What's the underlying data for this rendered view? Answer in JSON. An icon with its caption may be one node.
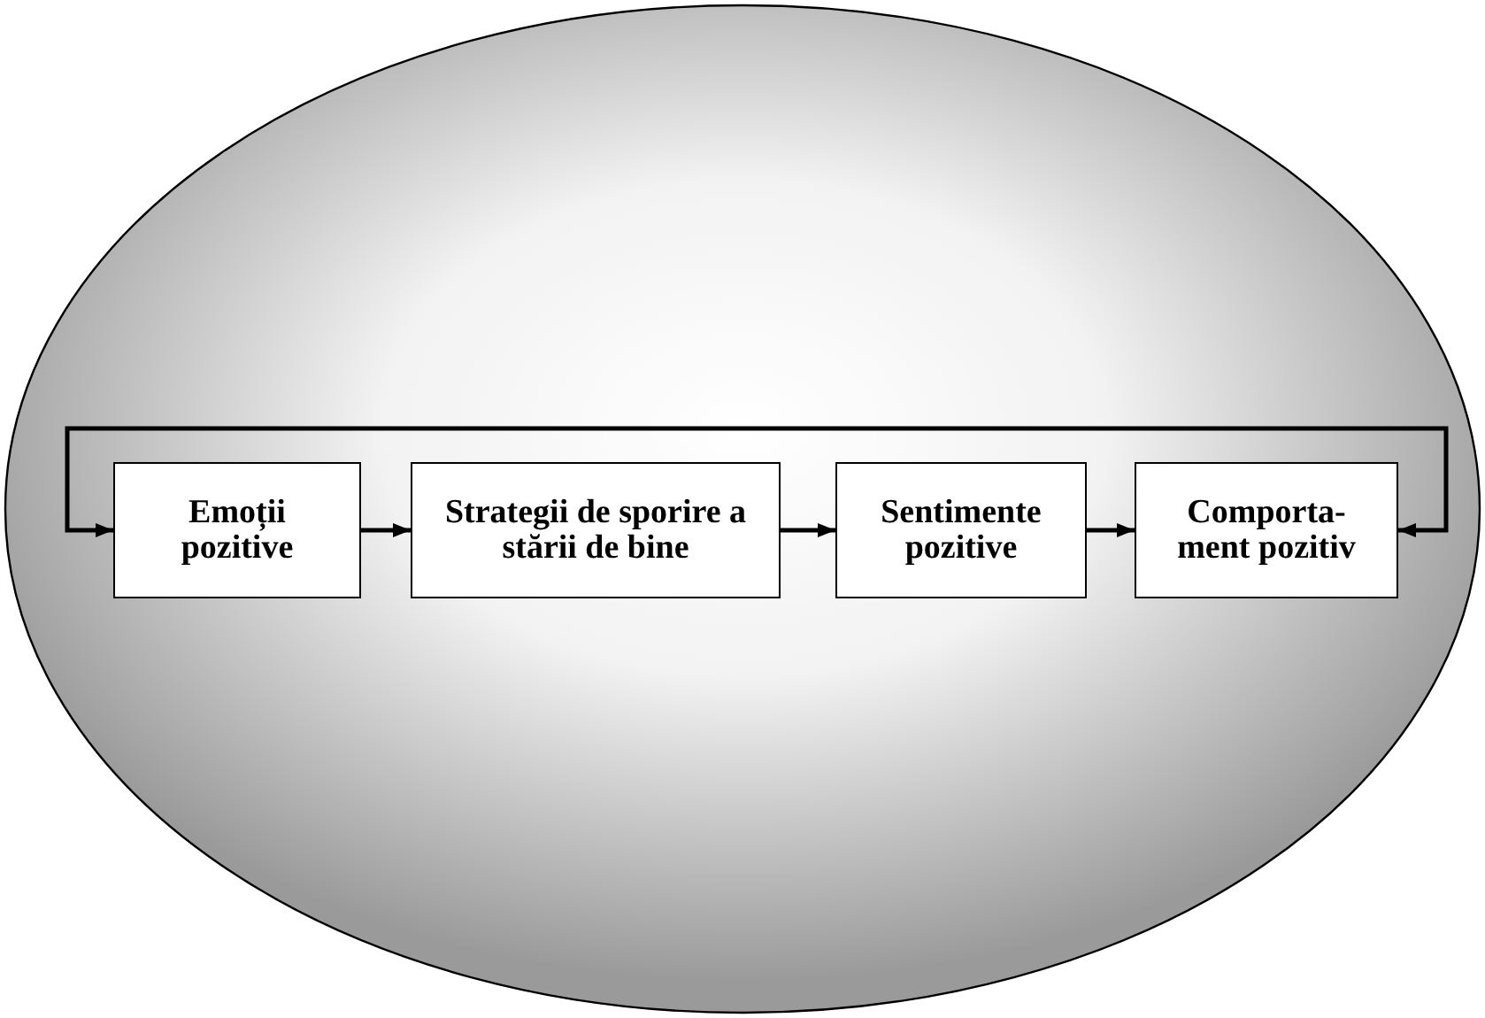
{
  "diagram": {
    "nodes": [
      {
        "text": [],
        "shape": "ellipse"
      },
      {
        "text": [
          "Emoții pozitive"
        ],
        "in": 0
      },
      {
        "text": [
          "Strategii de sporire a stării de bine"
        ],
        "in": 0
      },
      {
        "text": [
          "Sentimente pozitive"
        ],
        "in": 0
      },
      {
        "text": [
          "Comporta- ment pozitiv"
        ],
        "in": 0
      }
    ],
    "edges": [
      {
        "from": 1,
        "to": 2,
        "arrow": "to"
      },
      {
        "from": 2,
        "to": 3,
        "arrow": "to"
      },
      {
        "from": 3,
        "to": 4,
        "arrow": "to"
      },
      {
        "from": 1,
        "to": 4,
        "arrow": "both"
      }
    ]
  }
}
